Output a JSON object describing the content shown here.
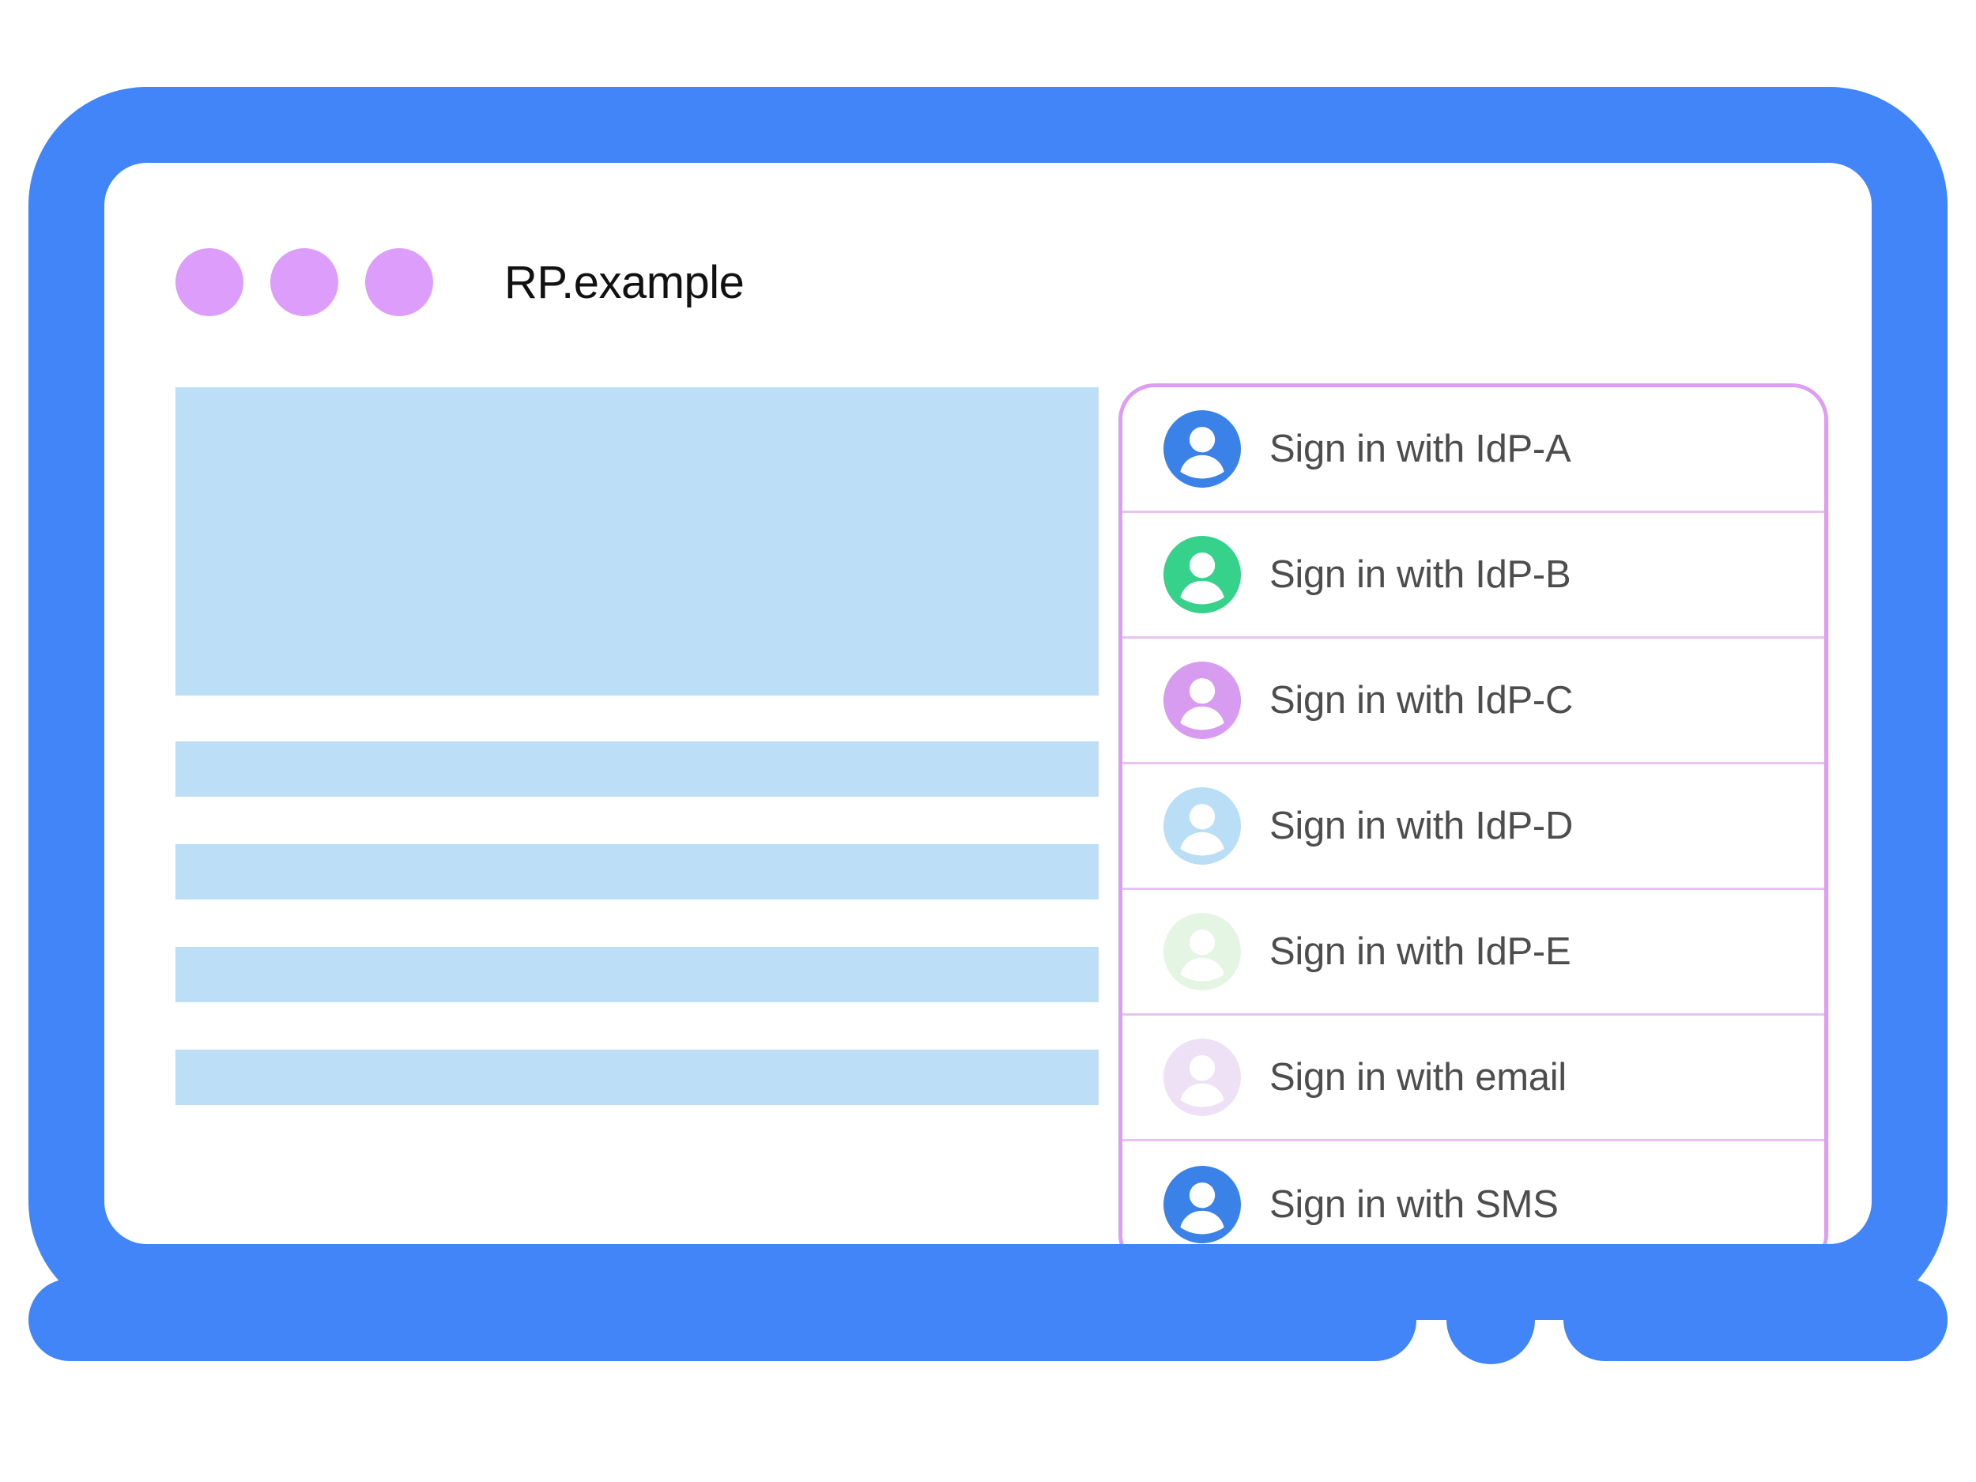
{
  "colors": {
    "frame_blue": "#4285f8",
    "title_dot": "#dc9efa",
    "placeholder_blue": "#bcdff7",
    "panel_border": "#dd9df2",
    "divider": "#e7c3f2",
    "label_text": "#4d4d4d"
  },
  "browser": {
    "title": "RP.example",
    "window_dots": [
      "window-dot-1",
      "window-dot-2",
      "window-dot-3"
    ]
  },
  "page": {
    "placeholders": [
      {
        "name": "hero-placeholder"
      },
      {
        "name": "text-placeholder-1"
      },
      {
        "name": "text-placeholder-2"
      },
      {
        "name": "text-placeholder-3"
      },
      {
        "name": "text-placeholder-4"
      }
    ]
  },
  "chooser": {
    "accounts": [
      {
        "label": "Sign in with IdP-A",
        "icon": "person-avatar-icon",
        "color": "#3b82e8"
      },
      {
        "label": "Sign in with IdP-B",
        "icon": "person-avatar-icon",
        "color": "#36d18a"
      },
      {
        "label": "Sign in with IdP-C",
        "icon": "person-avatar-icon",
        "color": "#d79bf0"
      },
      {
        "label": "Sign in with IdP-D",
        "icon": "person-avatar-icon",
        "color": "#b9def5"
      },
      {
        "label": "Sign in with IdP-E",
        "icon": "person-avatar-icon",
        "color": "#e4f5e4"
      },
      {
        "label": "Sign in with email",
        "icon": "person-avatar-icon",
        "color": "#eee1f6"
      },
      {
        "label": "Sign in with SMS",
        "icon": "person-avatar-icon",
        "color": "#3b82e8"
      }
    ]
  },
  "device": {
    "home_button": "home-button"
  }
}
